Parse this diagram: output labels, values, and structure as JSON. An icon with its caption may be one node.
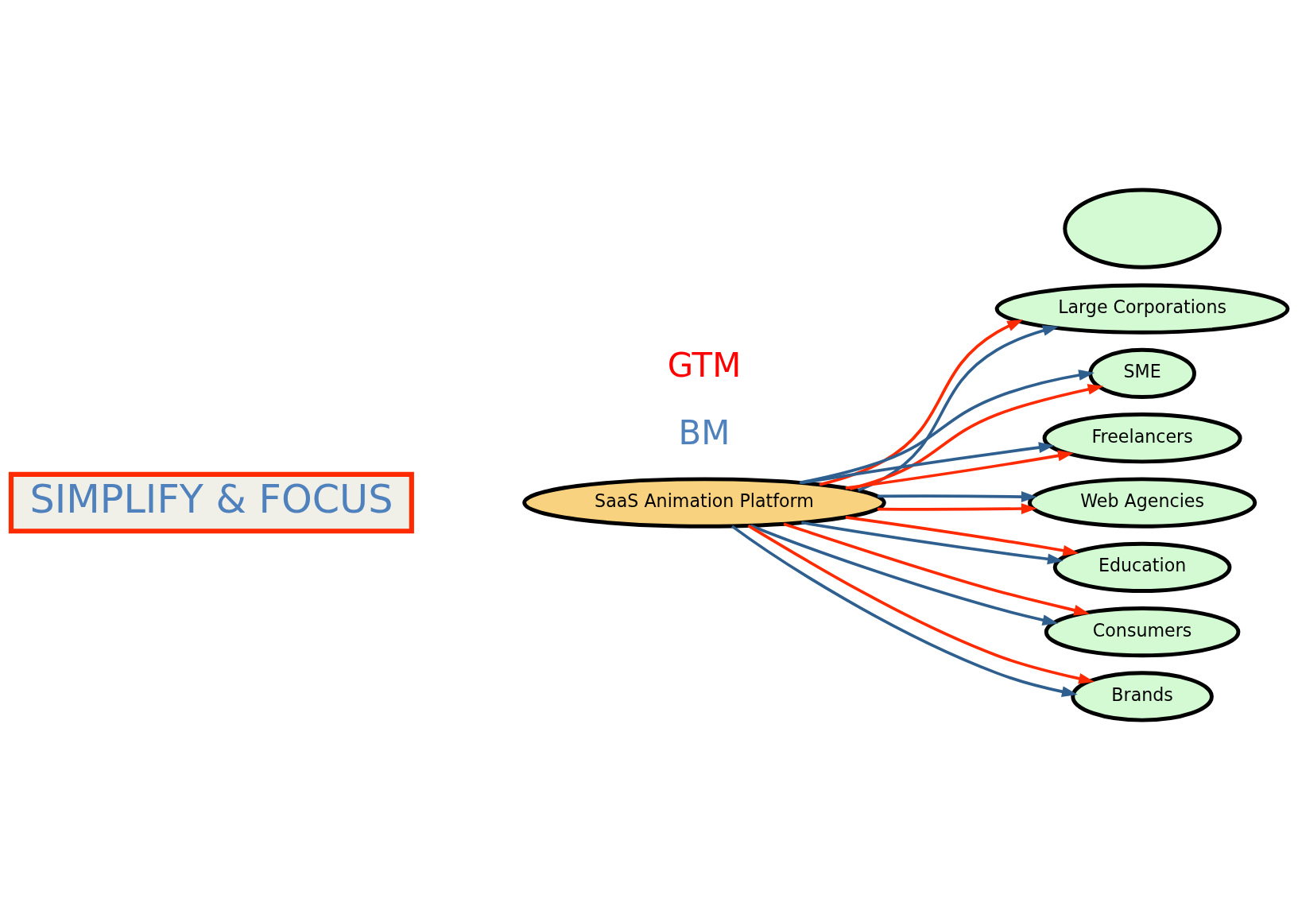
{
  "diagram": {
    "nodes": [
      {
        "text": [
          "SaaS Animation Platform"
        ]
      },
      {
        "text": [
          "Large Corporations"
        ]
      },
      {
        "text": [
          "SME"
        ]
      },
      {
        "text": [
          "Freelancers"
        ]
      },
      {
        "text": [
          "Web Agencies"
        ]
      },
      {
        "text": [
          "Education"
        ]
      },
      {
        "text": [
          "Consumers"
        ]
      },
      {
        "text": [],
        "shape": "ellipse"
      },
      {
        "text": [
          "Brands"
        ]
      },
      {
        "text": [
          "SIMPLIFY & FOCUS"
        ]
      }
    ],
    "edges": [
      {
        "from": 0,
        "to": 1,
        "arrow": "to",
        "color": "#2e5f8f"
      },
      {
        "from": 0,
        "to": 1,
        "arrow": "to",
        "color": "#ff2a00"
      },
      {
        "from": 0,
        "to": 2,
        "arrow": "to",
        "color": "#ff2a00"
      },
      {
        "from": 0,
        "to": 2,
        "arrow": "to",
        "color": "#2e5f8f"
      },
      {
        "from": 0,
        "to": 3,
        "arrow": "to",
        "color": "#ff2a00"
      },
      {
        "from": 0,
        "to": 3,
        "arrow": "to",
        "color": "#2e5f8f"
      },
      {
        "from": 0,
        "to": 4,
        "arrow": "to",
        "color": "#ff2a00"
      },
      {
        "from": 0,
        "to": 4,
        "arrow": "to",
        "color": "#2e5f8f"
      },
      {
        "from": 0,
        "to": 5,
        "arrow": "to",
        "color": "#2e5f8f"
      },
      {
        "from": 0,
        "to": 5,
        "arrow": "to",
        "color": "#ff2a00"
      },
      {
        "from": 0,
        "to": 6,
        "arrow": "to",
        "color": "#2e5f8f"
      },
      {
        "from": 0,
        "to": 6,
        "arrow": "to",
        "color": "#ff2a00"
      },
      {
        "from": 0,
        "to": 8,
        "arrow": "to",
        "color": "#2e5f8f"
      },
      {
        "from": 0,
        "to": 8,
        "arrow": "to",
        "color": "#ff2a00"
      }
    ],
    "labels": [
      "GTM",
      "BM"
    ]
  }
}
